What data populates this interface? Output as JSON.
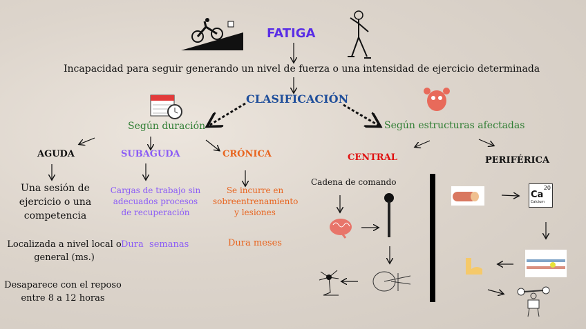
{
  "title": "FATIGA",
  "definition": "Incapacidad para seguir generando un nivel de fuerza o una intensidad de ejercicio determinada",
  "classification": "CLASIFICACIÓN",
  "colors": {
    "title": "#5a2ee6",
    "classification": "#1f4e9a",
    "branch": "#2e7d32",
    "subaguda": "#8b5cf6",
    "cronica": "#e8641e",
    "central": "#e01010"
  },
  "by_duration": {
    "label": "Según duración",
    "aguda": {
      "title": "AGUDA",
      "desc": "Una sesión de ejercicio o una competencia",
      "location": "Localizada  a nivel local o general (ms.)",
      "recovery": "Desaparece con el reposo entre 8 a 12 horas"
    },
    "subaguda": {
      "title": "SUBAGUDA",
      "desc": "Cargas de trabajo sin adecuados procesos de recuperación",
      "duration": "Dura  semanas"
    },
    "cronica": {
      "title": "CRÓNICA",
      "desc": "Se incurre en sobreentrenamiento y lesiones",
      "duration": "Dura meses"
    }
  },
  "by_structure": {
    "label": "Según estructuras afectadas",
    "central": {
      "title": "CENTRAL",
      "chain": "Cadena de comando"
    },
    "periferica": {
      "title": "PERIFÉRICA",
      "calcium": {
        "symbol": "Ca",
        "number": "20",
        "name": "Calcium"
      }
    }
  }
}
